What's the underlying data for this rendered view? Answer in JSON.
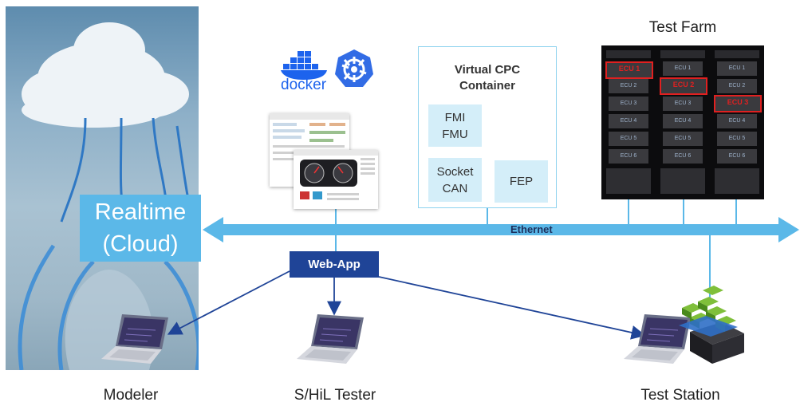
{
  "labels": {
    "realtime_line1": "Realtime",
    "realtime_line2": "(Cloud)",
    "test_farm": "Test Farm",
    "virtual_cpc_line1": "Virtual CPC",
    "virtual_cpc_line2": "Container",
    "fmi_line1": "FMI",
    "fmi_line2": "FMU",
    "socket_line1": "Socket",
    "socket_line2": "CAN",
    "fep": "FEP",
    "ethernet": "Ethernet",
    "web_app": "Web-App",
    "modeler": "Modeler",
    "tester": "S/HiL Tester",
    "test_station": "Test Station",
    "docker": "docker"
  },
  "racks": [
    {
      "slots": [
        "ECU 1",
        "ECU 2",
        "ECU 3",
        "ECU 4",
        "ECU 5",
        "ECU 6"
      ],
      "highlight": 0
    },
    {
      "slots": [
        "ECU 1",
        "ECU 2",
        "ECU 3",
        "ECU 4",
        "ECU 5",
        "ECU 6"
      ],
      "highlight": 1
    },
    {
      "slots": [
        "ECU 1",
        "ECU 2",
        "ECU 3",
        "ECU 4",
        "ECU 5",
        "ECU 6"
      ],
      "highlight": 2
    }
  ],
  "colors": {
    "ethernet": "#5bb8e8",
    "web_app": "#1f4497",
    "highlight": "#e02020"
  },
  "icons": [
    "docker-logo-icon",
    "kubernetes-icon",
    "laptop-icon",
    "server-stack-icon"
  ]
}
